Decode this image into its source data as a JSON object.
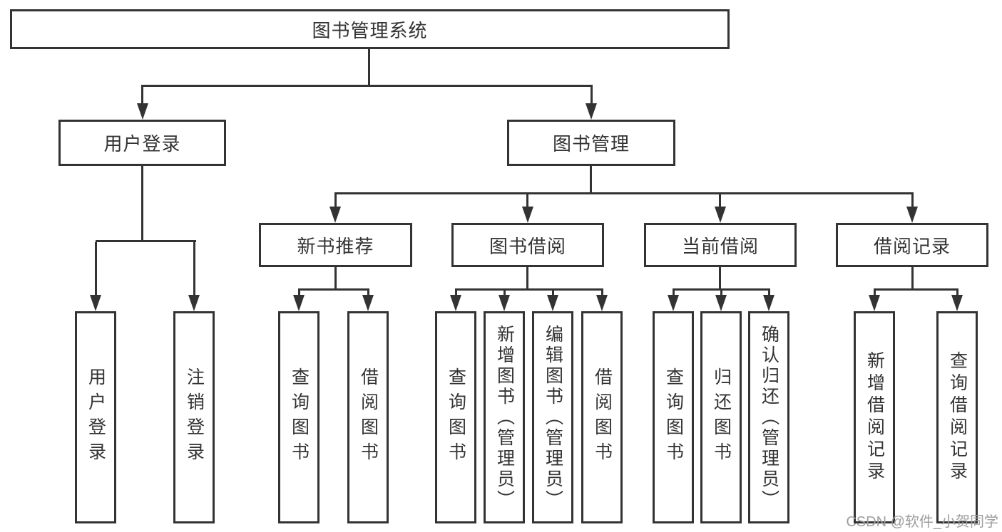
{
  "diagram_title": "图书管理系统",
  "watermark": "CSDN @软件_小贺同学",
  "colors": {
    "line": "#333333",
    "text": "#333333",
    "watermark": "#9e9e9e",
    "background": "#ffffff"
  },
  "tree": {
    "label": "图书管理系统",
    "children": [
      {
        "label": "用户登录",
        "children": [
          {
            "label": "用户登录"
          },
          {
            "label": "注销登录"
          }
        ]
      },
      {
        "label": "图书管理",
        "children": [
          {
            "label": "新书推荐",
            "children": [
              {
                "label": "查询图书"
              },
              {
                "label": "借阅图书"
              }
            ]
          },
          {
            "label": "图书借阅",
            "children": [
              {
                "label": "查询图书"
              },
              {
                "label": "新增图书（管理员）"
              },
              {
                "label": "编辑图书（管理员）"
              },
              {
                "label": "借阅图书"
              }
            ]
          },
          {
            "label": "当前借阅",
            "children": [
              {
                "label": "查询图书"
              },
              {
                "label": "归还图书"
              },
              {
                "label": "确认归还（管理员）"
              }
            ]
          },
          {
            "label": "借阅记录",
            "children": [
              {
                "label": "新增借阅记录"
              },
              {
                "label": "查询借阅记录"
              }
            ]
          }
        ]
      }
    ]
  }
}
